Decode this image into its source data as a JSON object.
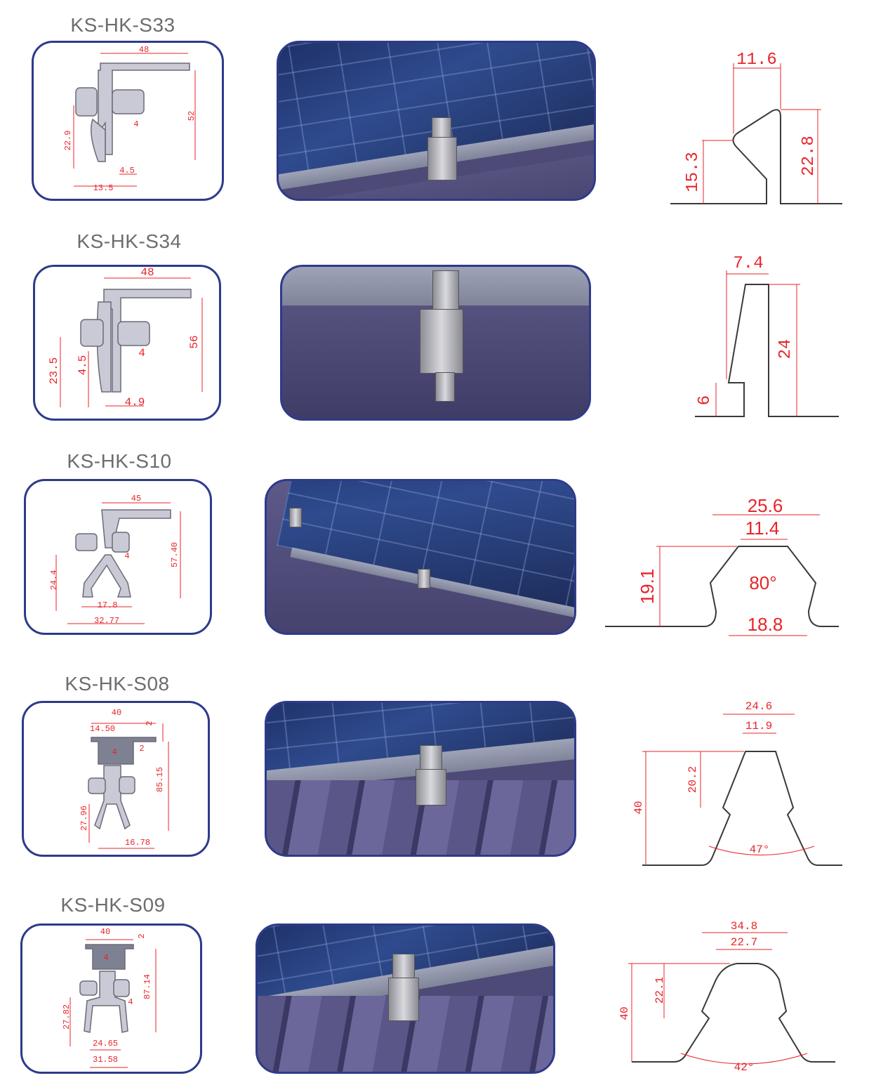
{
  "products": [
    {
      "model": "KS-HK-S33",
      "clamp_dims": [
        "48",
        "52",
        "22.9",
        "4",
        "4.5",
        "13.5"
      ],
      "profile_dims": [
        "11.6",
        "15.3",
        "22.8"
      ]
    },
    {
      "model": "KS-HK-S34",
      "clamp_dims": [
        "48",
        "56",
        "23.5",
        "4.5",
        "4",
        "4.9"
      ],
      "profile_dims": [
        "7.4",
        "24",
        "6"
      ]
    },
    {
      "model": "KS-HK-S10",
      "clamp_dims": [
        "45",
        "57.40",
        "24.4",
        "4",
        "17.8",
        "32.77"
      ],
      "profile_dims": [
        "25.6",
        "11.4",
        "80°",
        "19.1",
        "18.8"
      ]
    },
    {
      "model": "KS-HK-S08",
      "clamp_dims": [
        "40",
        "14.50",
        "2",
        "2",
        "4",
        "85.15",
        "27.96",
        "16.78"
      ],
      "profile_dims": [
        "24.6",
        "11.9",
        "20.2",
        "40",
        "47°"
      ]
    },
    {
      "model": "KS-HK-S09",
      "clamp_dims": [
        "40",
        "2",
        "4",
        "87.14",
        "4",
        "27.82",
        "24.65",
        "31.58"
      ],
      "profile_dims": [
        "34.8",
        "22.7",
        "22.1",
        "40",
        "42°"
      ]
    }
  ],
  "colors": {
    "border": "#2e3a8a",
    "dimension": "#e8242a",
    "title": "#6d6d6d"
  }
}
